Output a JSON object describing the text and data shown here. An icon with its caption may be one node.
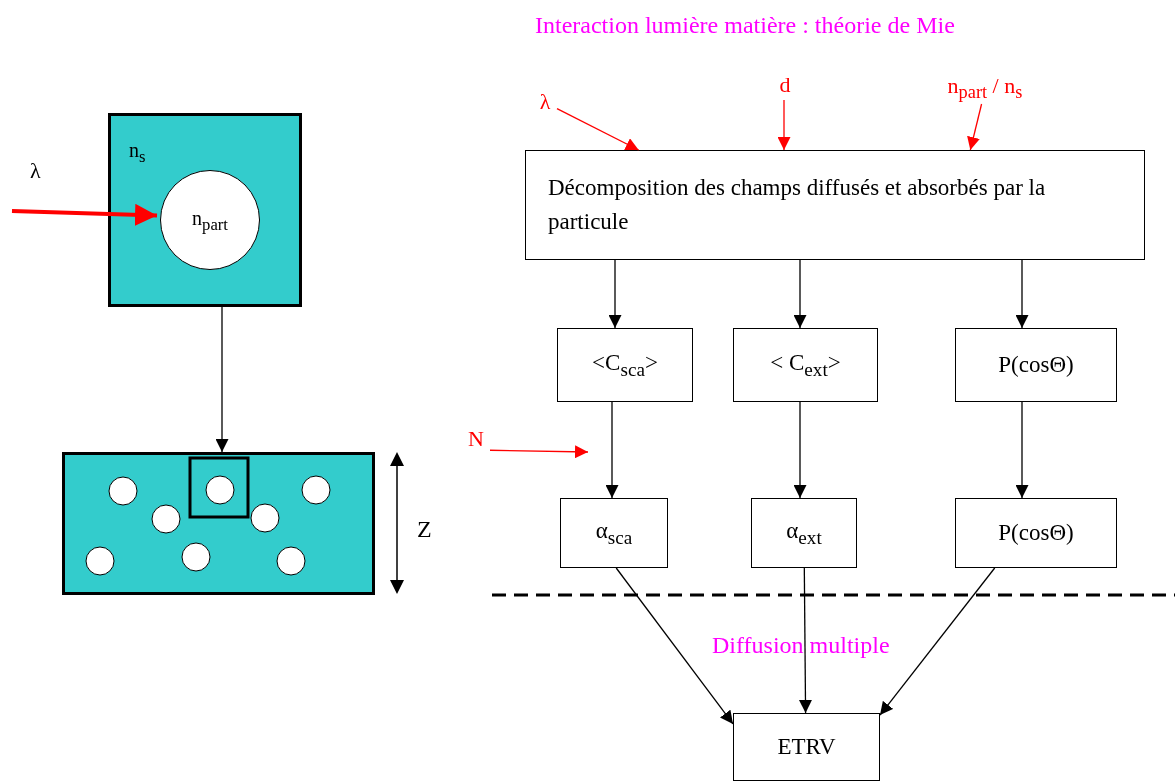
{
  "diagram": {
    "title": "Interaction lumière matière : théorie de Mie",
    "nodes": [
      {
        "text": [
          "n$_{s}$"
        ]
      },
      {
        "text": [
          "n$_{part}$"
        ],
        "in": 0
      },
      {
        "text": [],
        "shape": "box"
      },
      {
        "text": [
          "λ"
        ]
      },
      {
        "text": [
          "d"
        ]
      },
      {
        "text": [
          "n$_{part}$ / n$_{s}$"
        ]
      },
      {
        "text": [
          "Décomposition des champs diffusés et absorbés par la particule"
        ]
      },
      {
        "text": [
          "<C$_{sca}$>"
        ]
      },
      {
        "text": [
          "< C$_{ext}$>"
        ]
      },
      {
        "text": [
          "P(cosΘ)"
        ]
      },
      {
        "text": [
          "N"
        ]
      },
      {
        "text": [
          "α$_{sca}$"
        ]
      },
      {
        "text": [
          "α$_{ext}$"
        ]
      },
      {
        "text": [
          "P(cosΘ)"
        ]
      },
      {
        "text": [
          "ETRV"
        ]
      }
    ],
    "edges": [
      {
        "from": null,
        "to": 1,
        "arrow": "to",
        "style": "thick",
        "color": "#ff0000"
      },
      {
        "from": 0,
        "to": 2,
        "arrow": "to"
      },
      {
        "from": 3,
        "to": 6,
        "arrow": "to",
        "color": "#ff0000"
      },
      {
        "from": 4,
        "to": 6,
        "arrow": "to",
        "color": "#ff0000"
      },
      {
        "from": 5,
        "to": 6,
        "arrow": "to",
        "color": "#ff0000"
      },
      {
        "from": 6,
        "to": 7,
        "arrow": "to"
      },
      {
        "from": 6,
        "to": 8,
        "arrow": "to"
      },
      {
        "from": 6,
        "to": 9,
        "arrow": "to"
      },
      {
        "from": 10,
        "to": null,
        "arrow": "to",
        "color": "#ff0000"
      },
      {
        "from": 7,
        "to": 11,
        "arrow": "to"
      },
      {
        "from": 8,
        "to": 12,
        "arrow": "to"
      },
      {
        "from": 9,
        "to": 13,
        "arrow": "to"
      },
      {
        "from": 11,
        "to": 14,
        "arrow": "to"
      },
      {
        "from": 12,
        "to": 14,
        "arrow": "to"
      },
      {
        "from": 13,
        "to": 14,
        "arrow": "to"
      }
    ],
    "labels": [
      "λ",
      "Z",
      "Diffusion multiple"
    ]
  }
}
